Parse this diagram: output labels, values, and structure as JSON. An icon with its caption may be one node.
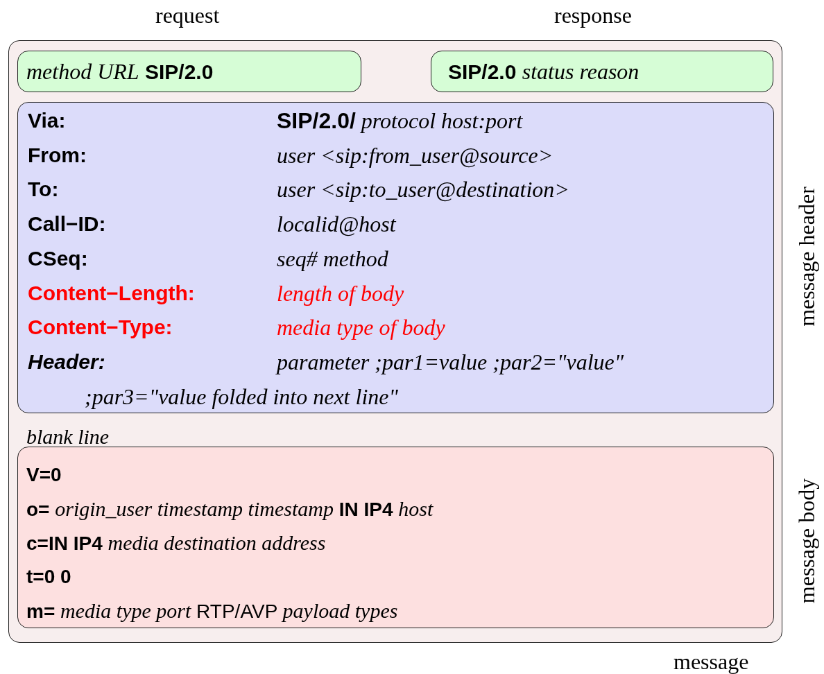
{
  "diagram": {
    "nodes": [
      {
        "text": [
          "message"
        ]
      },
      {
        "text": [
          "*method URL* **SIP/2.0**"
        ],
        "in": 0,
        "beside": [
          "request"
        ]
      },
      {
        "text": [
          "**SIP/2.0** *status reason*"
        ],
        "in": 0,
        "beside": [
          "response"
        ]
      },
      {
        "text": [
          "Via:",
          "**SIP/2.0/** *protocol host:port*",
          "From:",
          "user <sip:from_user@source>",
          "To:",
          "user <sip:to_user@destination>",
          "Call−ID:",
          "localid@host",
          "CSeq:",
          "seq# method",
          "Content−Length:",
          "length of body",
          "Content−Type:",
          "media type of body",
          "Header:",
          "parameter ;par1=value ;par2=\"value\"",
          ";par3=\"value folded into next line\""
        ],
        "in": 0,
        "beside": [
          "message header"
        ]
      },
      {
        "text": [
          "V=0",
          "**o=** *origin_user timestamp timestamp* **IN IP4** *host*",
          "**c=IN IP4** *media destination address*",
          "t=0 0",
          "**m=** *media type port* RTP/AVP *payload types*"
        ],
        "in": 0,
        "beside": [
          "message body"
        ]
      }
    ],
    "labels": [
      "blank line"
    ]
  }
}
